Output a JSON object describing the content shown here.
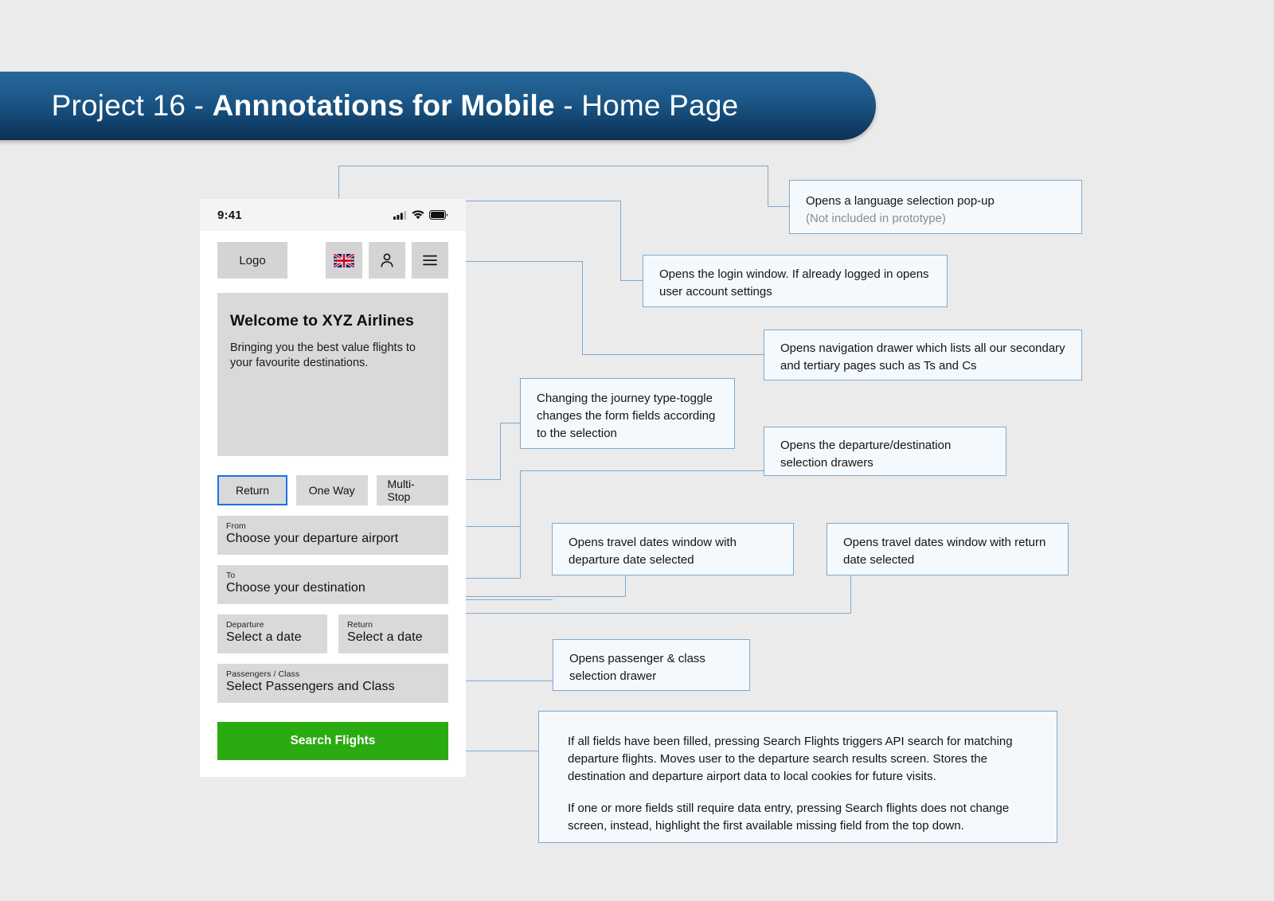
{
  "title": {
    "prefix": "Project 16 - ",
    "bold": "Annnotations for Mobile",
    "suffix": " - Home Page"
  },
  "phone": {
    "status": {
      "time": "9:41",
      "cellular_icon": "cellular-signal-icon",
      "wifi_icon": "wifi-icon",
      "battery_icon": "battery-icon"
    },
    "header": {
      "logo_label": "Logo",
      "language_icon": "uk-flag-icon",
      "account_icon": "user-account-icon",
      "menu_icon": "hamburger-menu-icon"
    },
    "hero": {
      "title": "Welcome to XYZ Airlines",
      "subtitle": "Bringing you the best value flights to your favourite destinations."
    },
    "journey_toggles": [
      {
        "label": "Return",
        "selected": true
      },
      {
        "label": "One Way",
        "selected": false
      },
      {
        "label": "Multi-Stop",
        "selected": false
      }
    ],
    "fields": {
      "from": {
        "label": "From",
        "value": "Choose your departure airport"
      },
      "to": {
        "label": "To",
        "value": "Choose your destination"
      },
      "departure": {
        "label": "Departure",
        "value": "Select a date"
      },
      "return": {
        "label": "Return",
        "value": "Select a date"
      },
      "passengers": {
        "label": "Passengers / Class",
        "value": "Select Passengers and Class"
      }
    },
    "cta_label": "Search Flights"
  },
  "annotations": {
    "language": {
      "line1": "Opens a language selection pop-up",
      "line2": "(Not included in prototype)"
    },
    "login": "Opens the login window. If already logged in opens user account settings",
    "nav_drawer": "Opens navigation drawer which lists all our secondary and tertiary pages such as Ts and Cs",
    "journey_toggle": "Changing the journey type-toggle changes the form fields according to the selection",
    "airport_drawers": "Opens the departure/destination selection drawers",
    "departure_date": "Opens travel dates window with departure date selected",
    "return_date": "Opens travel dates window with return date selected",
    "passengers": "Opens passenger & class selection drawer",
    "search_flights_p1": "If all fields have been filled, pressing Search Flights triggers API search for matching departure flights. Moves user to the departure search results screen. Stores the destination and departure airport data to local cookies for future visits.",
    "search_flights_p2": "If one or more fields still require data entry, pressing Search flights does not change screen, instead, highlight the first available missing field from the top down."
  },
  "colors": {
    "banner_blue": "#1b5686",
    "accent_blue": "#1a73e8",
    "connector_blue": "#7fa9cd",
    "callout_bg": "#f4f9fd",
    "cta_green": "#2bab12",
    "page_bg": "#ebebeb",
    "field_gray": "#d9d9d9"
  }
}
